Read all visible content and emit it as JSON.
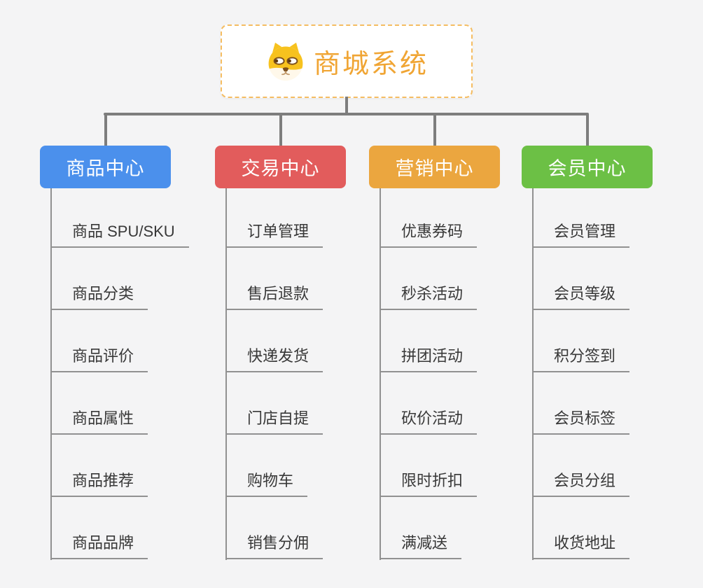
{
  "root": {
    "title": "商城系统",
    "icon": "shiba-dog-icon"
  },
  "branches": [
    {
      "label": "商品中心",
      "color": "#4B90EC",
      "children": [
        "商品 SPU/SKU",
        "商品分类",
        "商品评价",
        "商品属性",
        "商品推荐",
        "商品品牌"
      ]
    },
    {
      "label": "交易中心",
      "color": "#E25C5C",
      "children": [
        "订单管理",
        "售后退款",
        "快递发货",
        "门店自提",
        "购物车",
        "销售分佣"
      ]
    },
    {
      "label": "营销中心",
      "color": "#EBA63F",
      "children": [
        "优惠券码",
        "秒杀活动",
        "拼团活动",
        "砍价活动",
        "限时折扣",
        "满减送"
      ]
    },
    {
      "label": "会员中心",
      "color": "#6CC045",
      "children": [
        "会员管理",
        "会员等级",
        "积分签到",
        "会员标签",
        "会员分组",
        "收货地址"
      ]
    }
  ],
  "style": {
    "background": "#F4F4F5",
    "root_border": "#F5BD62",
    "root_text": "#F0A534",
    "connector_color": "#7D7D7D",
    "child_line_color": "#919191",
    "child_text_color": "#383838"
  }
}
